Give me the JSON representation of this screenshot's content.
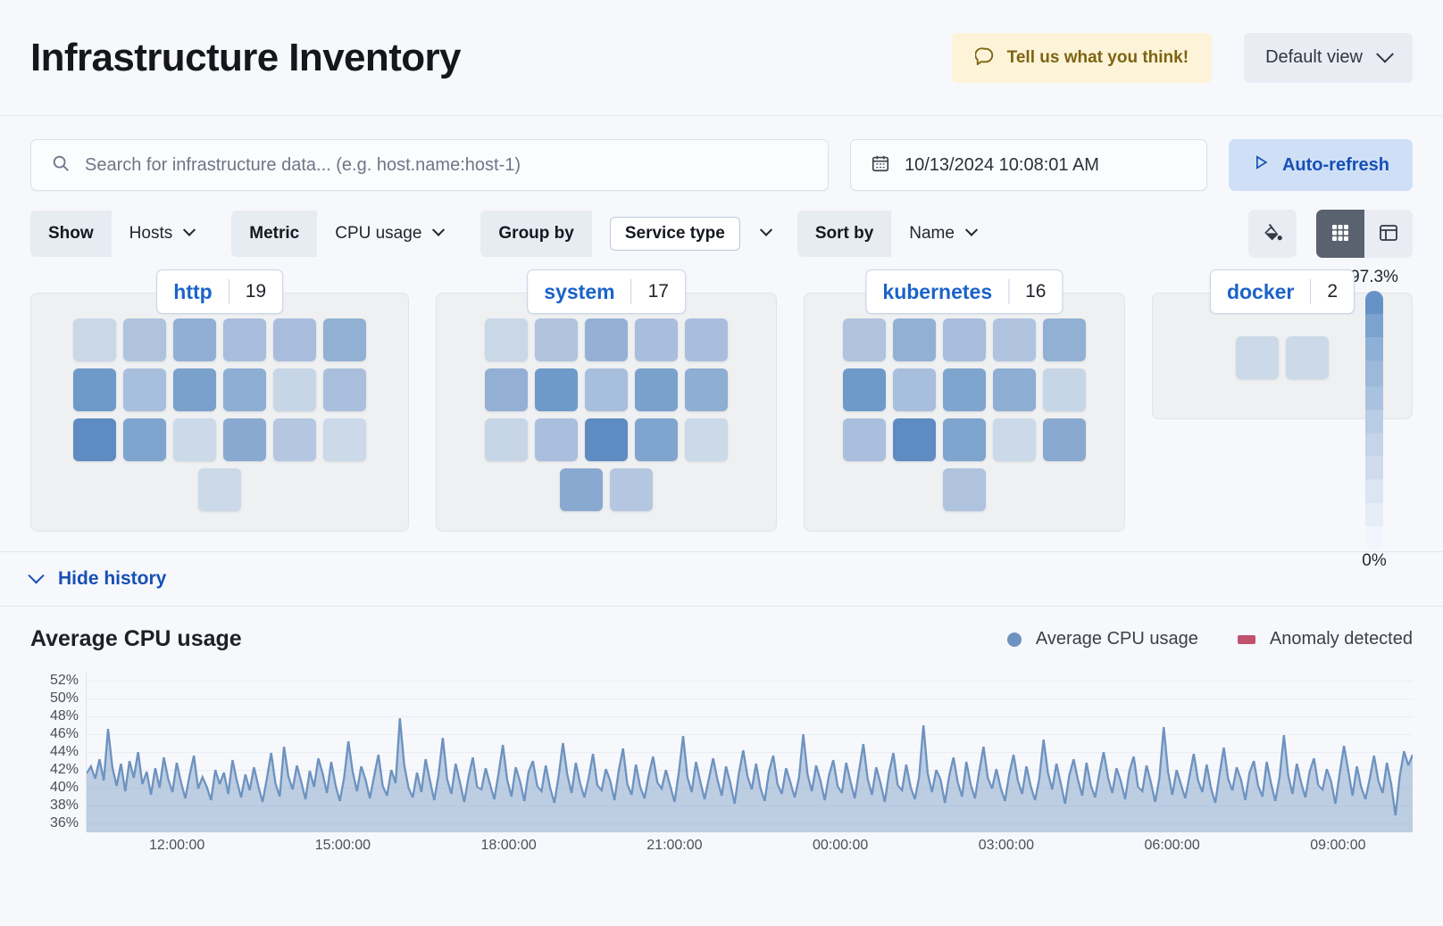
{
  "header": {
    "title": "Infrastructure Inventory",
    "feedback_label": "Tell us what you think!",
    "feedback_icon": "comment-icon",
    "view_label": "Default view",
    "view_chevron_icon": "chevron-down-icon"
  },
  "search": {
    "placeholder": "Search for infrastructure data... (e.g. host.name:host-1)",
    "search_icon": "search-icon",
    "date_value": "10/13/2024 10:08:01 AM",
    "calendar_icon": "calendar-icon",
    "refresh_label": "Auto-refresh",
    "play_icon": "play-icon"
  },
  "filters": [
    {
      "label": "Show",
      "value": "Hosts",
      "boxed": false
    },
    {
      "label": "Metric",
      "value": "CPU usage",
      "boxed": false
    },
    {
      "label": "Group by",
      "value": "Service type",
      "boxed": true
    },
    {
      "label": "Sort by",
      "value": "Name",
      "boxed": false
    }
  ],
  "toolbar_right": {
    "palette_icon": "color-fill-icon",
    "grid_view_icon": "grid-view-icon",
    "table_view_icon": "table-view-icon",
    "active_view": "grid"
  },
  "legend_scale": {
    "max": "97.3%",
    "min": "0%"
  },
  "groups": [
    {
      "name": "http",
      "count": "19",
      "tiles": [
        "#C9D7E7",
        "#AFC3DE",
        "#91AFD4",
        "#A7BDDB",
        "#A7BDDB",
        "#92B0D4",
        "#6E9AC9",
        "#A8BEDD",
        "#7AA1CC",
        "#8EAED3",
        "#C7D6E6",
        "#A9BFDD",
        "#5E8CC2",
        "#7FA5CE",
        "#CBD9E8",
        "#8AA9D1",
        "#B5C7E0",
        "#CBD9E8",
        "#CBD9E8"
      ]
    },
    {
      "name": "system",
      "count": "17",
      "tiles": [
        "#C9D7E7",
        "#AFC3DE",
        "#94B1D5",
        "#A9BEDC",
        "#A9BEDC",
        "#93B0D4",
        "#6E9AC9",
        "#A8BEDD",
        "#7AA1CC",
        "#8EAED3",
        "#C7D6E6",
        "#A9BFDD",
        "#5E8CC2",
        "#7FA5CE",
        "#CBD9E8",
        "#8AA9D1",
        "#B5C7E0"
      ]
    },
    {
      "name": "kubernetes",
      "count": "16",
      "tiles": [
        "#AFC3DE",
        "#92B0D4",
        "#A7BDDB",
        "#AFC3DE",
        "#92B0D4",
        "#6E9AC9",
        "#A8BEDD",
        "#7FA5CE",
        "#8EAED3",
        "#C7D6E6",
        "#AABFDD",
        "#5E8CC2",
        "#7FA5CE",
        "#CBD9E8",
        "#8AA9D1",
        "#AFC3DE"
      ]
    },
    {
      "name": "docker",
      "count": "2",
      "tiles": [
        "#CBD9E8",
        "#CBD9E8"
      ]
    }
  ],
  "history": {
    "toggle_label": "Hide history",
    "toggle_icon": "chevron-down-icon"
  },
  "chart_data": {
    "type": "area",
    "title": "Average CPU usage",
    "xlabel": "",
    "ylabel": "",
    "ylim": [
      35,
      53
    ],
    "grid": true,
    "legend_position": "top-right",
    "legend": [
      {
        "name": "Average CPU usage",
        "color": "#6E93C0",
        "marker": "circle"
      },
      {
        "name": "Anomaly detected",
        "color": "#C0526E",
        "marker": "square"
      }
    ],
    "yticks": [
      "52%",
      "50%",
      "48%",
      "46%",
      "44%",
      "42%",
      "40%",
      "38%",
      "36%"
    ],
    "ytick_values": [
      52,
      50,
      48,
      46,
      44,
      42,
      40,
      38,
      36
    ],
    "xticks": [
      "12:00:00",
      "15:00:00",
      "18:00:00",
      "21:00:00",
      "00:00:00",
      "03:00:00",
      "06:00:00",
      "09:00:00"
    ],
    "series": [
      {
        "name": "Average CPU usage",
        "color": "#6E93C0",
        "values": [
          41.6,
          42.4,
          41.0,
          43.2,
          40.8,
          46.6,
          42.3,
          40.2,
          42.7,
          39.6,
          43.0,
          41.1,
          44.0,
          40.4,
          41.8,
          39.2,
          42.2,
          40.0,
          43.4,
          41.0,
          39.5,
          42.8,
          40.6,
          38.8,
          41.4,
          43.6,
          39.9,
          41.2,
          40.1,
          38.6,
          42.0,
          40.4,
          41.7,
          39.3,
          43.1,
          40.8,
          38.9,
          41.5,
          39.7,
          42.3,
          40.2,
          38.4,
          41.0,
          43.9,
          40.5,
          39.0,
          44.6,
          41.3,
          39.8,
          42.5,
          40.7,
          38.7,
          41.9,
          40.1,
          43.3,
          41.6,
          39.4,
          42.9,
          40.3,
          38.5,
          41.1,
          45.2,
          41.8,
          39.6,
          42.4,
          40.9,
          38.8,
          41.3,
          43.7,
          40.2,
          39.1,
          42.0,
          40.5,
          47.8,
          42.6,
          40.0,
          38.9,
          41.7,
          39.5,
          43.2,
          40.8,
          38.6,
          41.4,
          45.6,
          41.0,
          39.3,
          42.7,
          40.6,
          38.4,
          41.2,
          43.4,
          40.1,
          39.8,
          42.2,
          40.4,
          38.7,
          41.6,
          44.8,
          40.9,
          39.0,
          42.3,
          40.7,
          38.5,
          41.8,
          43.0,
          40.2,
          39.6,
          42.5,
          40.0,
          38.3,
          41.3,
          45.0,
          41.5,
          39.4,
          42.8,
          40.5,
          38.9,
          41.1,
          43.8,
          40.3,
          39.7,
          42.1,
          40.8,
          38.6,
          41.9,
          44.4,
          40.4,
          39.2,
          42.6,
          40.1,
          38.8,
          41.4,
          43.5,
          40.6,
          39.9,
          42.0,
          40.2,
          38.4,
          41.7,
          45.8,
          41.2,
          39.5,
          42.9,
          40.7,
          38.7,
          41.0,
          43.3,
          40.9,
          39.1,
          42.4,
          40.5,
          38.2,
          41.6,
          44.2,
          41.3,
          39.8,
          42.7,
          40.0,
          38.5,
          41.8,
          43.6,
          40.4,
          39.3,
          42.2,
          40.6,
          38.9,
          41.1,
          46.0,
          41.5,
          39.6,
          42.5,
          40.8,
          38.6,
          41.4,
          43.1,
          40.2,
          39.4,
          42.8,
          40.7,
          38.8,
          41.9,
          44.9,
          41.0,
          39.2,
          42.3,
          40.5,
          38.4,
          41.7,
          43.9,
          40.3,
          39.7,
          42.6,
          40.1,
          38.7,
          41.2,
          47.0,
          41.6,
          39.5,
          42.0,
          40.9,
          38.3,
          41.3,
          43.4,
          40.6,
          39.0,
          42.9,
          40.4,
          38.8,
          41.8,
          44.6,
          41.1,
          39.9,
          42.1,
          40.0,
          38.5,
          41.5,
          43.7,
          40.8,
          39.3,
          42.4,
          40.2,
          38.6,
          41.0,
          45.4,
          41.7,
          39.8,
          42.7,
          40.5,
          38.2,
          41.4,
          43.2,
          40.9,
          39.1,
          42.8,
          40.3,
          38.9,
          41.6,
          44.0,
          41.2,
          39.4,
          42.2,
          40.7,
          38.7,
          41.9,
          43.5,
          40.1,
          39.6,
          42.5,
          40.6,
          38.4,
          41.1,
          46.8,
          41.8,
          39.2,
          42.0,
          40.4,
          38.8,
          41.3,
          43.8,
          40.8,
          39.5,
          42.6,
          40.0,
          38.3,
          41.5,
          44.5,
          41.0,
          39.7,
          42.3,
          40.9,
          38.6,
          41.7,
          43.0,
          40.2,
          39.0,
          42.9,
          40.5,
          38.5,
          41.2,
          45.9,
          41.4,
          39.3,
          42.7,
          40.6,
          38.9,
          41.8,
          43.3,
          40.3,
          39.8,
          42.1,
          40.7,
          38.2,
          41.6,
          44.7,
          41.9,
          39.1,
          42.4,
          40.1,
          38.7,
          41.0,
          43.6,
          40.8,
          39.4,
          42.8,
          40.4,
          36.9,
          41.3,
          44.1,
          42.5,
          43.7
        ]
      }
    ],
    "anomalies": []
  }
}
